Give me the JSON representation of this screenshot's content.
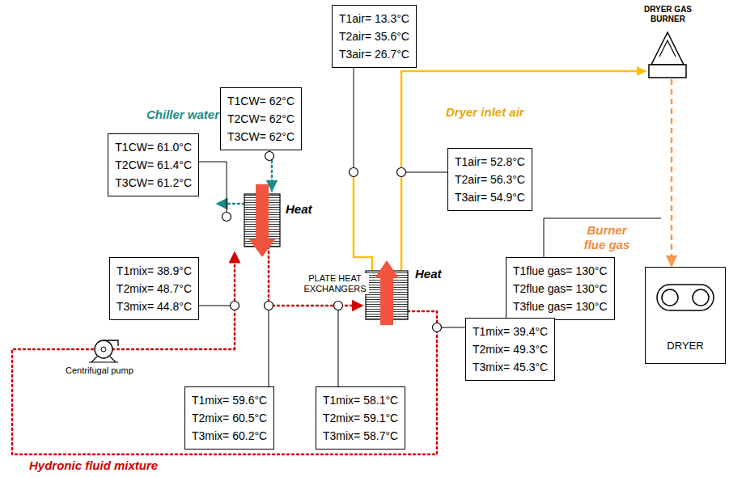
{
  "diagram": {
    "nodes": [
      {
        "text": [
          "T1air= 13.3°C",
          "T2air= 35.6°C",
          "T3air= 26.7°C"
        ]
      },
      {
        "text": [
          "T1CW= 62°C",
          "T2CW= 62°C",
          "T3CW= 62°C"
        ]
      },
      {
        "text": [
          "T1CW= 61.0°C",
          "T2CW= 61.4°C",
          "T3CW= 61.2°C"
        ]
      },
      {
        "text": [
          "T1mix= 38.9°C",
          "T2mix= 48.7°C",
          "T3mix= 44.8°C"
        ]
      },
      {
        "text": [
          "T1air= 52.8°C",
          "T2air= 56.3°C",
          "T3air= 54.9°C"
        ]
      },
      {
        "text": [
          "DRYER GAS BURNER"
        ]
      },
      {
        "text": [
          "T1flue gas= 130°C",
          "T2flue gas= 130°C",
          "T3flue gas= 130°C"
        ]
      },
      {
        "text": [
          "DRYER"
        ]
      },
      {
        "text": [
          "T1mix= 39.4°C",
          "T2mix= 49.3°C",
          "T3mix= 45.3°C"
        ]
      },
      {
        "text": [
          "T1mix= 59.6°C",
          "T2mix= 60.5°C",
          "T3mix= 60.2°C"
        ]
      },
      {
        "text": [
          "T1mix= 58.1°C",
          "T2mix= 59.1°C",
          "T3mix= 58.7°C"
        ]
      }
    ],
    "edges": [
      {
        "from": 5,
        "to": 7,
        "arrow": "to"
      }
    ],
    "labels": [
      "Chiller water",
      "Heat",
      "PLATE HEAT EXCHANGERS",
      "Heat",
      "Dryer inlet air",
      "Burner flue gas",
      "Centrifugal pump",
      "Hydronic fluid mixture"
    ]
  }
}
